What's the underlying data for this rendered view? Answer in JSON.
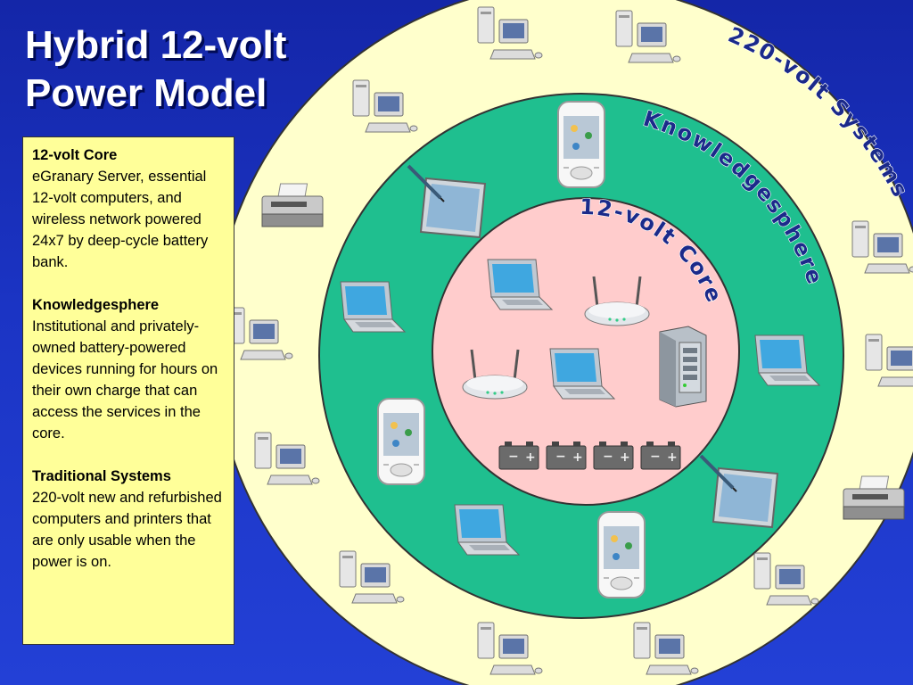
{
  "slide": {
    "title_line1": "Hybrid 12-volt",
    "title_line2": "Power Model"
  },
  "rings": {
    "outer_label": "220-volt Systems",
    "middle_label": "Knowledgesphere",
    "inner_label": "12-volt Core",
    "colors": {
      "outer": "#ffffcc",
      "middle": "#1fbf8f",
      "inner": "#ffcccc",
      "background": "#1b34c4"
    }
  },
  "legend": {
    "sections": [
      {
        "heading": "12-volt Core",
        "text": "eGranary Server, essential 12-volt computers, and wireless network powered 24x7 by deep-cycle battery bank."
      },
      {
        "heading": "Knowledgesphere",
        "text": "Institutional and privately-owned battery-powered devices running for hours on their own charge that can access the services in the core."
      },
      {
        "heading": "Traditional Systems",
        "text": "220-volt new and refurbished computers and printers that are only usable when the power is on."
      }
    ]
  },
  "icons": {
    "core": [
      "laptop-icon",
      "wireless-router-icon",
      "server-tower-icon",
      "battery-icon"
    ],
    "knowledgesphere": [
      "pda-icon",
      "tablet-pen-icon",
      "laptop-icon"
    ],
    "outer": [
      "desktop-computer-icon",
      "printer-icon"
    ]
  }
}
